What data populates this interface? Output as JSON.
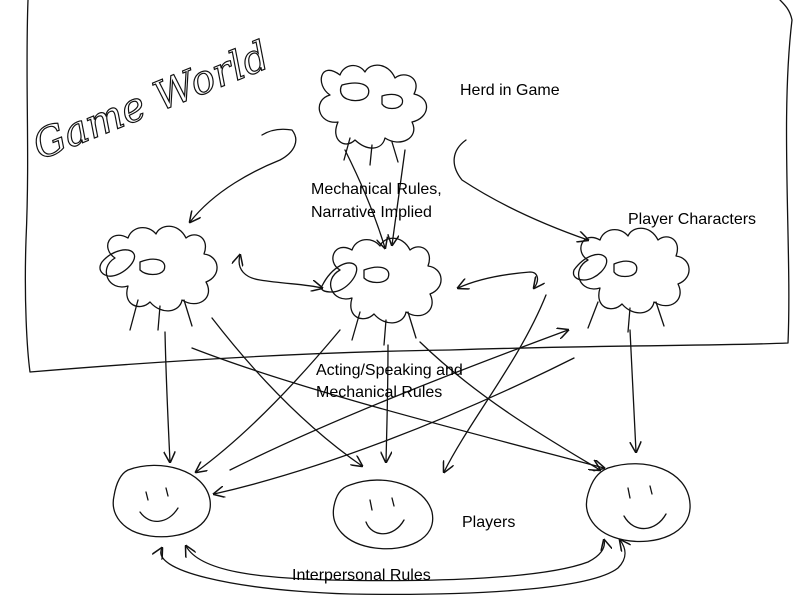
{
  "world_title": "Game World",
  "labels": {
    "herd": "Herd in Game",
    "mechanical": [
      "Mechanical Rules,",
      "Narrative Implied"
    ],
    "player_characters": "Player Characters",
    "acting": [
      "Acting/Speaking and",
      "Mechanical Rules"
    ],
    "players": "Players",
    "interpersonal": "Interpersonal Rules"
  },
  "colors": {
    "ink": "#111111",
    "background": "#ffffff"
  }
}
